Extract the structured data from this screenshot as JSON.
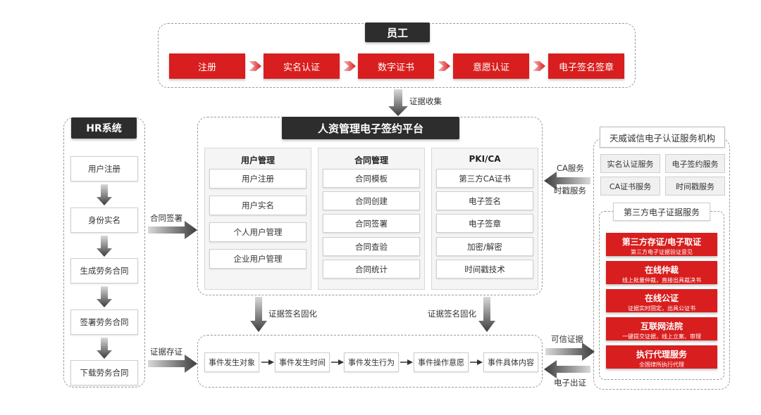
{
  "employee": {
    "title": "员工",
    "steps": [
      "注册",
      "实名认证",
      "数字证书",
      "意愿认证",
      "电子签名签章"
    ]
  },
  "labels": {
    "evidence_collect": "证据收集",
    "contract_sign": "合同签署",
    "evidence_store": "证据存证",
    "evidence_fix_left": "证据签名固化",
    "evidence_fix_right": "证据签名固化",
    "ca_service": "CA服务",
    "timestamp_service": "时戳服务",
    "trusted_evidence": "可信证据",
    "electronic_certify": "电子出证"
  },
  "hr": {
    "title": "HR系统",
    "steps": [
      "用户注册",
      "身份实名",
      "生成劳务合同",
      "签署劳务合同",
      "下载劳务合同"
    ]
  },
  "platform": {
    "title": "人资管理电子签约平台",
    "columns": [
      {
        "title": "用户管理",
        "items": [
          "用户注册",
          "用户实名",
          "个人用户管理",
          "企业用户管理"
        ]
      },
      {
        "title": "合同管理",
        "items": [
          "合同模板",
          "合同创建",
          "合同签署",
          "合同查验",
          "合同统计"
        ]
      },
      {
        "title": "PKI/CA",
        "items": [
          "第三方CA证书",
          "电子签名",
          "电子签章",
          "加密/解密",
          "时间戳技术"
        ]
      }
    ]
  },
  "events": [
    "事件发生对象",
    "事件发生时间",
    "事件发生行为",
    "事件操作意愿",
    "事件具体内容"
  ],
  "agency": {
    "title": "天威诚信电子认证服务机构",
    "services": [
      "实名认证服务",
      "电子签约服务",
      "CA证书服务",
      "时间戳服务"
    ],
    "third_party_title": "第三方电子证据服务",
    "third_party": [
      {
        "title": "第三方存证/电子取证",
        "sub": "第三方电子证据验证意见"
      },
      {
        "title": "在线仲裁",
        "sub": "线上批量仲裁，直接出具裁决书"
      },
      {
        "title": "在线公证",
        "sub": "证据实时固定，出具公证书"
      },
      {
        "title": "互联网法院",
        "sub": "一键提交证据，线上立案、审理"
      },
      {
        "title": "执行代理服务",
        "sub": "全国律所执行代理"
      }
    ]
  },
  "colors": {
    "red": "#d81e1e",
    "dark": "#2d2d2d",
    "arrow": "#4a4a4a"
  }
}
